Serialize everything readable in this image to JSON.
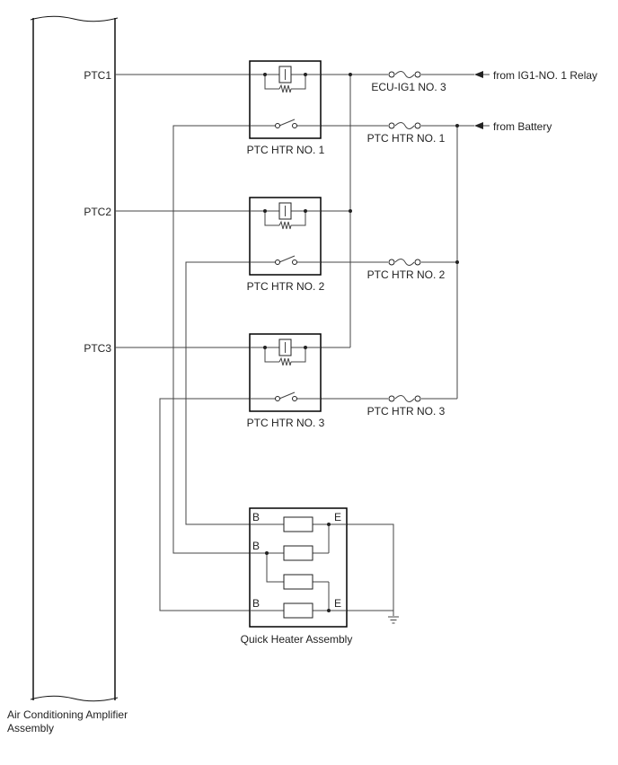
{
  "labels": {
    "ptc1": "PTC1",
    "ptc2": "PTC2",
    "ptc3": "PTC3",
    "from_ig1_relay": "from IG1-NO. 1 Relay",
    "from_battery": "from Battery",
    "fuse_ecu_ig1": "ECU-IG1 NO. 3",
    "fuse_ptc1": "PTC HTR NO. 1",
    "fuse_ptc2": "PTC HTR NO. 2",
    "fuse_ptc3": "PTC HTR NO. 3",
    "relay1": "PTC HTR NO. 1",
    "relay2": "PTC HTR NO. 2",
    "relay3": "PTC HTR NO. 3",
    "heater": "Quick Heater Assembly",
    "term_b1": "B",
    "term_b2": "B",
    "term_b3": "B",
    "term_e1": "E",
    "term_e2": "E",
    "amp_line1": "Air Conditioning Amplifier",
    "amp_line2": "Assembly"
  }
}
